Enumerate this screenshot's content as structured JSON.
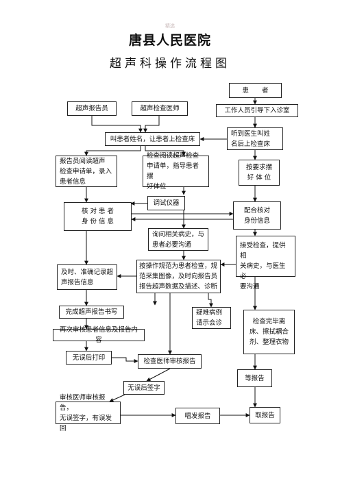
{
  "header": {
    "watermark": "精选",
    "title": "唐县人民医院",
    "subtitle": "超声科操作流程图"
  },
  "nodes": {
    "patient": "患　　者",
    "sono_reporter": "超声报告员",
    "sono_doctor": "超声检查医师",
    "staff_guide": "工作人员引导下入诊室",
    "call_patient": "叫患者姓名，让患者上检查床",
    "hear_name": "听到医生叫姓\n名后上检查床",
    "reporter_read": "报告员阅读超声\n检查申请单，录入\n患者信息",
    "doctor_read": "检查阅读超声检查\n申请单，指导患者摆\n好体位",
    "position": "按要求摆\n好 体 位",
    "adjust": "调试仪器",
    "check_id": "核 对 患 者\n身 份 信 息",
    "cooperate": "配合核对\n身份信息",
    "ask_history": "询问相关病史，与\n患者必要沟通",
    "accept_exam": "接受检查，提供相\n关病史，与医生必\n要沟通",
    "record_info": "及时、准确记录超\n声报告信息",
    "perform_exam": "按操作规范为患者检查，规\n范采集图像，及时向报告员\n报告超声数据及描述、诊断",
    "finish_report": "完成超声报告书写",
    "difficult_case": "疑难病例\n请示会诊",
    "after_exam": "检查完毕离\n床、擦拭耦合\n剂、整理衣物",
    "recheck": "再次审核患者信息及报告内容",
    "print": "无误后打印",
    "review": "检查医师审核报告",
    "wait": "等报告",
    "sign": "无误后签字",
    "review_sign": "审核医师审核报告，\n无误签字，有误发回",
    "issue": "唱发报告",
    "collect": "取报告"
  }
}
